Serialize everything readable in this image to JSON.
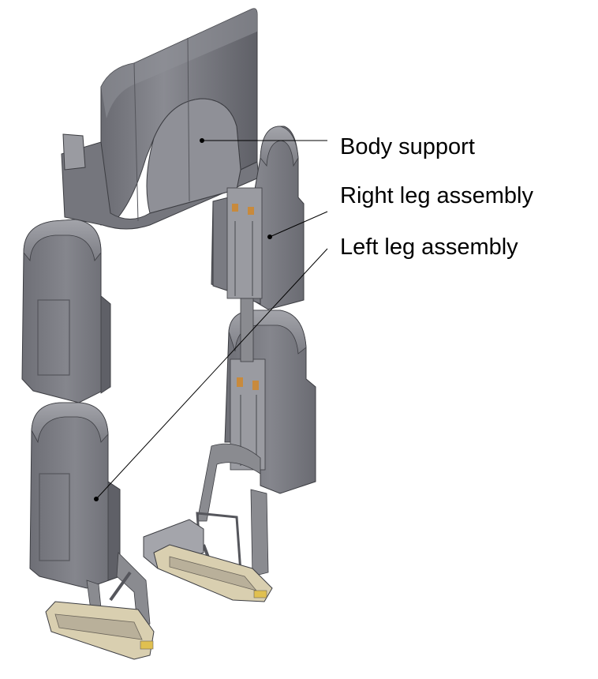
{
  "labels": {
    "body_support": "Body support",
    "right_leg": "Right leg assembly",
    "left_leg": "Left leg assembly"
  },
  "colors": {
    "panel_face": "#7c7d84",
    "panel_side": "#5d5e65",
    "panel_light": "#9c9da3",
    "edge": "#3c3d42",
    "metal": "#8a8b90",
    "footplate": "#d9cfb0",
    "connector": "#c88a3c",
    "leader": "#000000"
  }
}
